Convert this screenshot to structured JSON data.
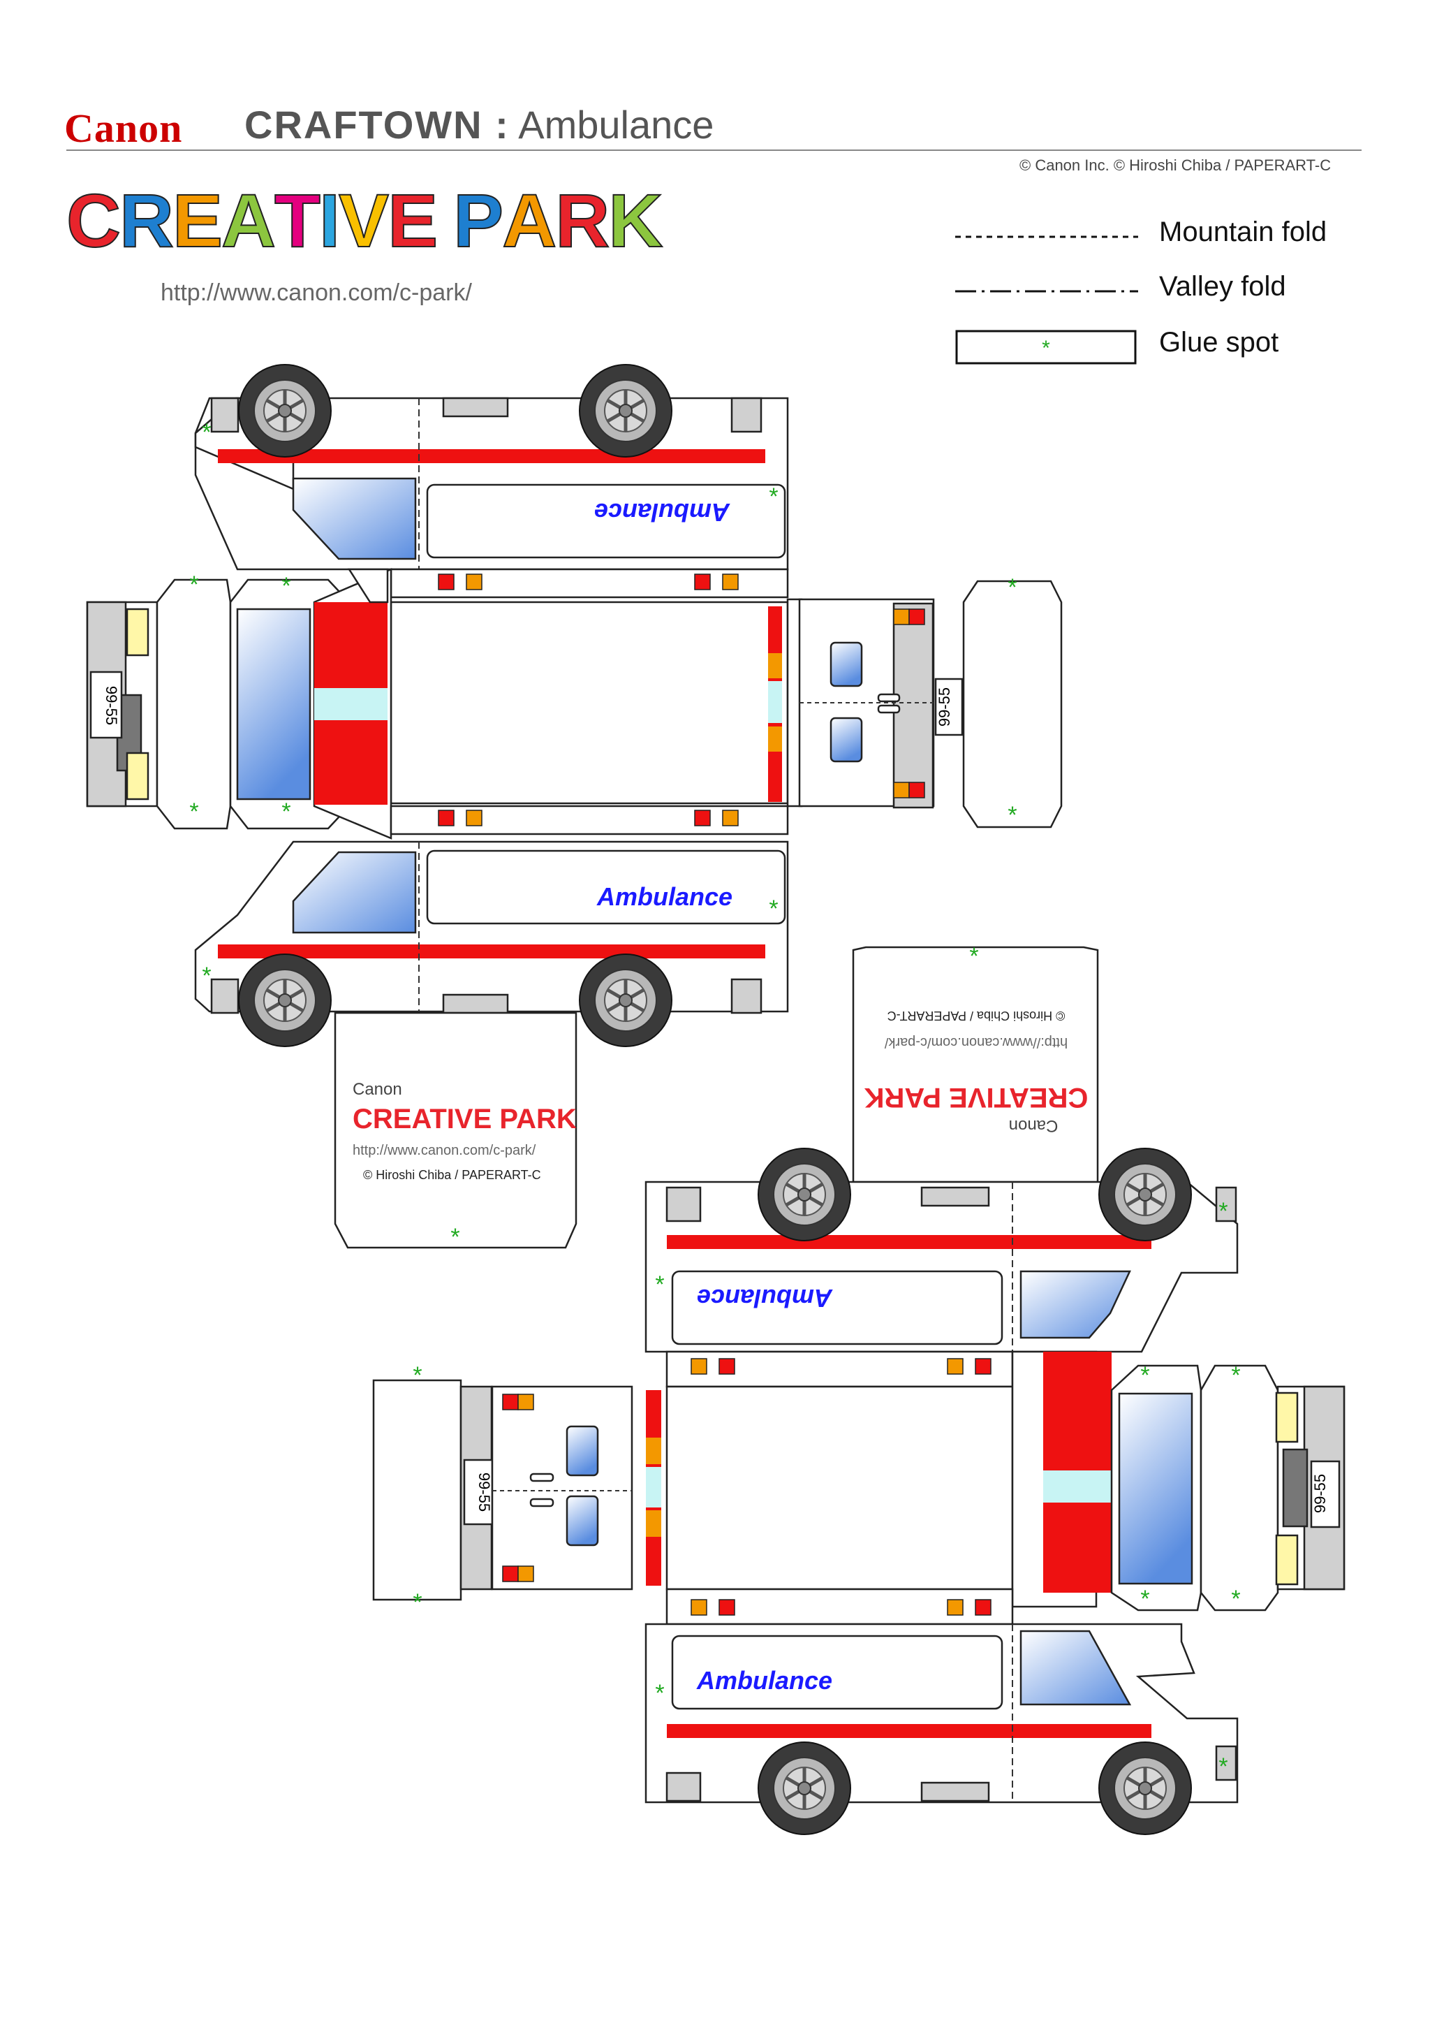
{
  "header": {
    "brand": "Canon",
    "title_bold": "CRAFTOWN :",
    "title_rest": " Ambulance",
    "credit": "© Canon Inc.  © Hiroshi Chiba / PAPERART-C"
  },
  "logo": {
    "letters": [
      "C",
      "R",
      "E",
      "A",
      "T",
      "I",
      "V",
      "E",
      " ",
      "P",
      "A",
      "R",
      "K"
    ],
    "url": "http://www.canon.com/c-park/"
  },
  "legend": {
    "mountain": "Mountain fold",
    "valley": "Valley fold",
    "glue": "Glue spot"
  },
  "colors": {
    "red": "#ee1111",
    "orange": "#f39800",
    "window_top": "#ffffff",
    "window_bottom": "#5a8de0",
    "glue": "#22aa22",
    "text_blue": "#1a1aff"
  },
  "labels": {
    "ambulance": "Ambulance",
    "plate": "99-55",
    "tab_canon": "Canon",
    "tab_park": "CREATIVE PARK",
    "tab_url": "http://www.canon.com/c-park/",
    "tab_credit": "© Hiroshi Chiba / PAPERART-C"
  }
}
